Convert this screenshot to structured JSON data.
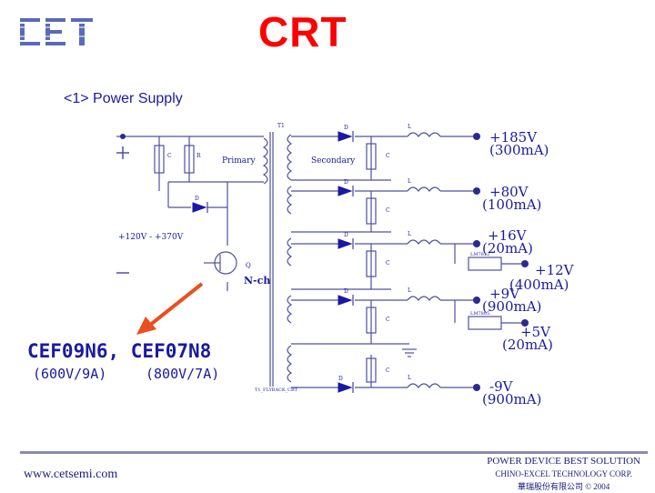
{
  "header": {
    "title": "CRT",
    "section_label": "<1> Power Supply"
  },
  "schematic": {
    "input_range": "+120V - +370V",
    "primary_label": "Primary",
    "secondary_label": "Secondary",
    "fet_label": "N-ch",
    "fet_ref": "Q",
    "diode_ref": "D",
    "inductor_ref": "L",
    "cap_ref": "C",
    "resistor_ref": "R",
    "transformer_ref": "T1",
    "regulator_ref": "LM7812",
    "regulator2_ref": "LM7805",
    "flyback_ref": "T1_FLYBACK_CRT",
    "outputs": [
      {
        "voltage": "+185V",
        "current": "(300mA)"
      },
      {
        "voltage": "+80V",
        "current": "(100mA)"
      },
      {
        "voltage": "+16V",
        "current": "(20mA)"
      },
      {
        "voltage": "+12V",
        "current": "(400mA)"
      },
      {
        "voltage": "+9V",
        "current": "(900mA)"
      },
      {
        "voltage": "+5V",
        "current": "(20mA)"
      },
      {
        "voltage": "-9V",
        "current": "(900mA)"
      }
    ]
  },
  "parts": {
    "main": "CEF09N6, CEF07N8",
    "spec1": "(600V/9A)",
    "spec2": "(800V/7A)"
  },
  "footer": {
    "website": "www.cetsemi.com",
    "slogan": "POWER DEVICE BEST SOLUTION",
    "company": "CHINO-EXCEL TECHNOLOGY CORP.",
    "company_cn": "華瑞股份有限公司 © 2004"
  },
  "colors": {
    "title": "#ff0000",
    "text_blue": "#1a1aa0",
    "arrow": "#e85020",
    "wire": "#5050a0"
  }
}
